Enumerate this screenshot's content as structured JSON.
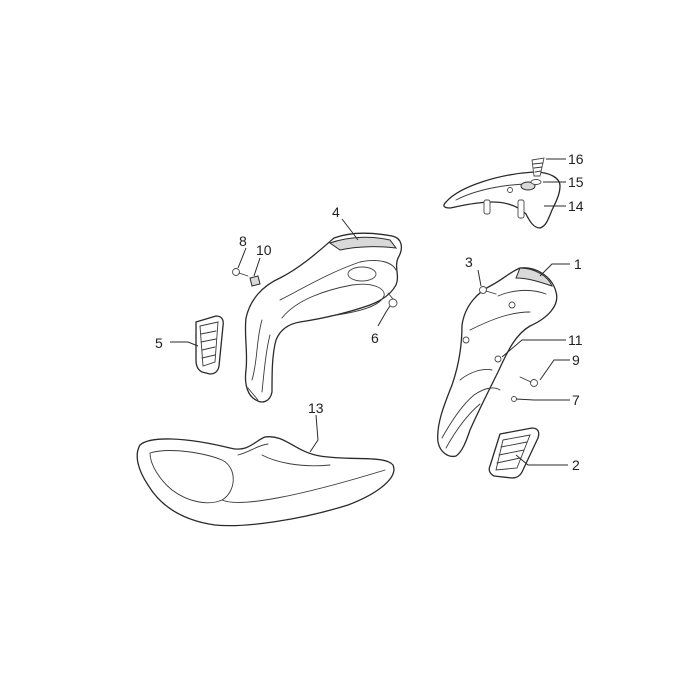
{
  "diagram": {
    "callouts": {
      "c1": "1",
      "c2": "2",
      "c3": "3",
      "c4": "4",
      "c5": "5",
      "c6": "6",
      "c7": "7",
      "c8": "8",
      "c9": "9",
      "c10": "10",
      "c11": "11",
      "c13": "13",
      "c14": "14",
      "c15": "15",
      "c16": "16"
    }
  }
}
